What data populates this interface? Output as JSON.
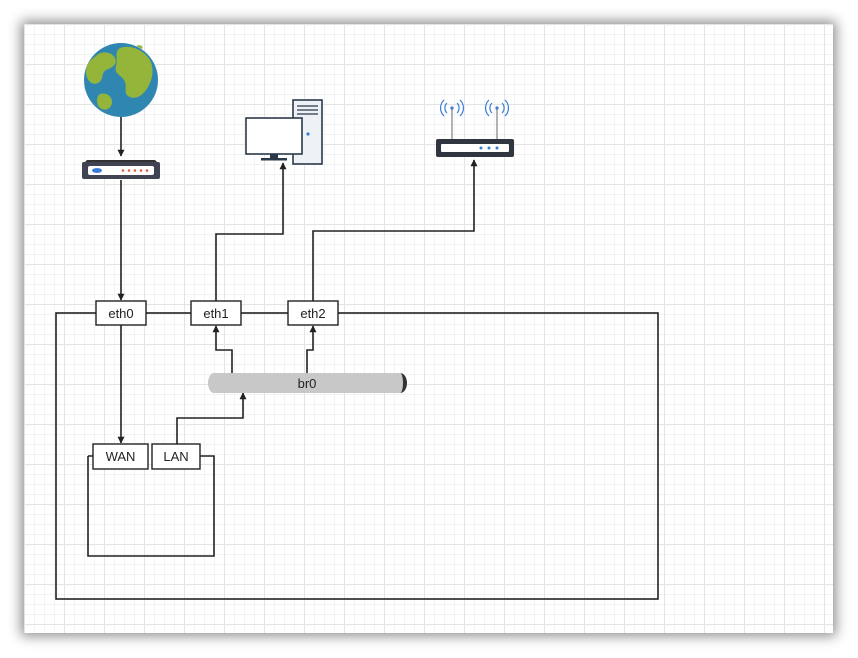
{
  "diagram": {
    "ports": {
      "eth0": "eth0",
      "eth1": "eth1",
      "eth2": "eth2",
      "wan": "WAN",
      "lan": "LAN"
    },
    "bridge": "br0"
  },
  "icons": {
    "internet": "globe-icon",
    "modem": "modem-icon",
    "computer": "desktop-computer-icon",
    "wifi": "wireless-router-icon"
  },
  "colors": {
    "line": "#222222",
    "bridge_fill": "#c8c8c8",
    "globe_ocean": "#2e86b1",
    "globe_land": "#94b53a"
  }
}
